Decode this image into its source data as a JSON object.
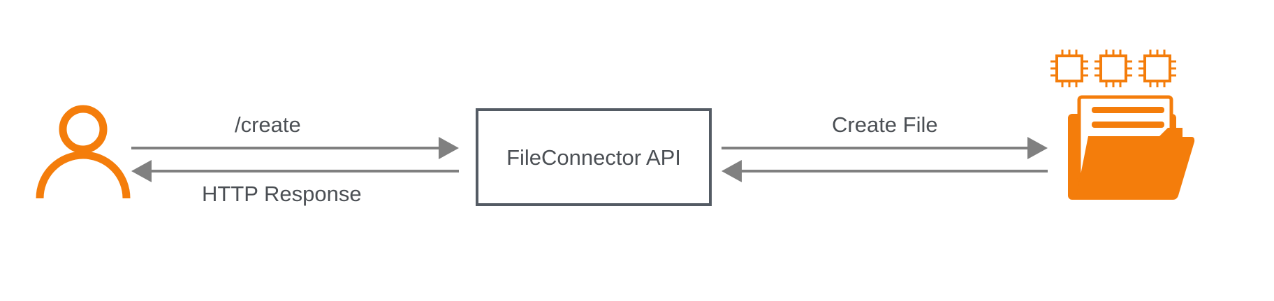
{
  "colors": {
    "accent": "#f47d0b",
    "arrow": "#808080",
    "box_border": "#545b64",
    "text": "#4b4f54"
  },
  "icons": {
    "user": "user-icon",
    "chip": "chip-icon",
    "folder": "folder-with-documents-icon"
  },
  "diagram": {
    "api_box_label": "FileConnector API",
    "client_request_label": "/create",
    "client_response_label": "HTTP Response",
    "storage_request_label": "Create File"
  }
}
